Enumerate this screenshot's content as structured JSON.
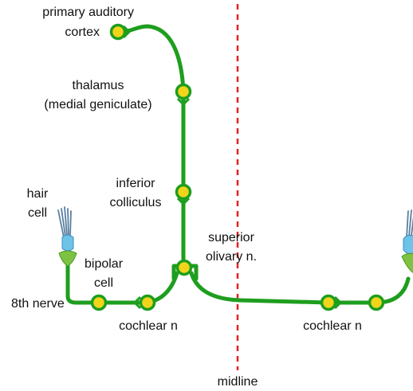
{
  "labels": {
    "primary_auditory_line1": "primary auditory",
    "primary_auditory_line2": "cortex",
    "thalamus_line1": "thalamus",
    "thalamus_line2": "(medial geniculate)",
    "inferior_line1": "inferior",
    "inferior_line2": "colliculus",
    "superior_line1": "superior",
    "superior_line2": "olivary n.",
    "hair_line1": "hair",
    "hair_line2": "cell",
    "bipolar_line1": "bipolar",
    "bipolar_line2": "cell",
    "eighth_nerve": "8th nerve",
    "cochlear_left": "cochlear n",
    "cochlear_right": "cochlear n",
    "midline": "midline"
  },
  "colors": {
    "pathway": "#1e9e1e",
    "node_fill": "#f2d51b",
    "node_ring": "#1e9e1e",
    "midline": "#e52222",
    "text": "#111111",
    "hair_cell_body": "#6ec3e8",
    "hair_cell_cilia": "#5a7fa0",
    "bipolar_cell": "#7dc242"
  }
}
